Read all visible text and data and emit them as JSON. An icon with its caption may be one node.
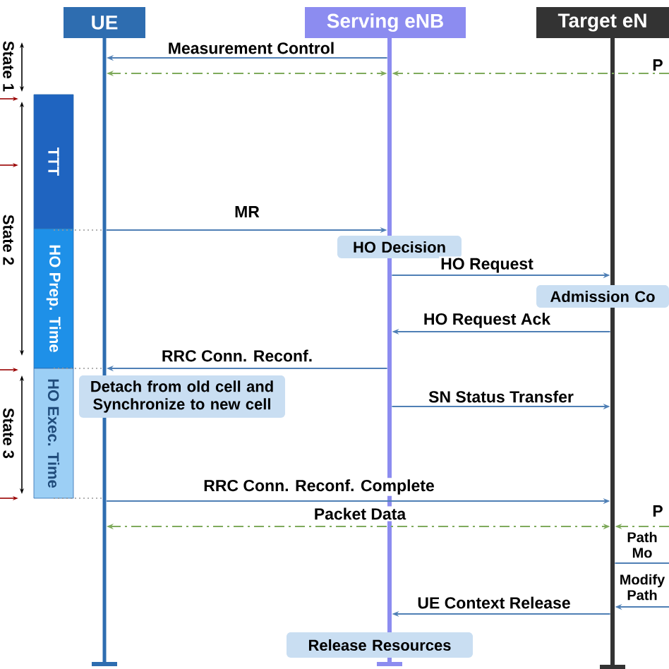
{
  "diagram": {
    "nodes": [
      {
        "text": [
          "UE"
        ]
      },
      {
        "text": [
          "Serving eNB"
        ]
      },
      {
        "text": [
          "Target eN"
        ]
      },
      {
        "text": [
          "TTT"
        ]
      },
      {
        "text": [
          "HO Prep. Time"
        ]
      },
      {
        "text": [
          "HO Exec. Time"
        ]
      },
      {
        "text": [
          "HO Decision"
        ]
      },
      {
        "text": [
          "Admission Co"
        ]
      },
      {
        "text": [
          "Detach from old cell and Synchronize to new cell"
        ]
      },
      {
        "text": [
          "Release Resources"
        ]
      },
      {
        "text": [],
        "shape": "bar"
      },
      {
        "text": [],
        "shape": "bar"
      },
      {
        "text": [],
        "shape": "bar"
      }
    ],
    "edges": [
      {
        "from": 11,
        "to": 10,
        "arrow": "to",
        "label": "Measurement Control"
      },
      {
        "from": 10,
        "to": 11,
        "arrow": "both",
        "style": "dashed",
        "color": "#7faa5c"
      },
      {
        "from": null,
        "to": 11,
        "arrow": "to",
        "label": "P",
        "style": "dashed",
        "color": "#7faa5c"
      },
      {
        "from": 10,
        "to": 11,
        "arrow": "to",
        "label": "MR"
      },
      {
        "from": 11,
        "to": 12,
        "arrow": "to",
        "label": "HO Request"
      },
      {
        "from": 12,
        "to": 11,
        "arrow": "to",
        "label": "HO Request Ack"
      },
      {
        "from": 11,
        "to": 10,
        "arrow": "to",
        "label": "RRC Conn. Reconf."
      },
      {
        "from": 11,
        "to": 12,
        "arrow": "to",
        "label": "SN Status Transfer"
      },
      {
        "from": 10,
        "to": 12,
        "arrow": "to",
        "label": "RRC Conn. Reconf. Complete"
      },
      {
        "from": 10,
        "to": 12,
        "arrow": "both",
        "label": "Packet Data",
        "style": "dashed",
        "color": "#7faa5c"
      },
      {
        "from": null,
        "to": 12,
        "arrow": "to",
        "label": "P",
        "style": "dashed",
        "color": "#7faa5c"
      },
      {
        "from": 12,
        "to": null,
        "arrow": "none",
        "label": "Path Mo"
      },
      {
        "from": null,
        "to": 12,
        "arrow": "to",
        "label": "Modify Path"
      },
      {
        "from": 12,
        "to": 11,
        "arrow": "to",
        "label": "UE Context Release"
      },
      {
        "from": 3,
        "to": 10,
        "arrow": "none",
        "style": "dashed",
        "color": "#999999"
      },
      {
        "from": 4,
        "to": 10,
        "arrow": "none",
        "style": "dashed",
        "color": "#999999"
      },
      {
        "from": 5,
        "to": 10,
        "arrow": "none",
        "style": "dashed",
        "color": "#999999"
      }
    ],
    "labels": [
      "State 1",
      "State 2",
      "State 3"
    ]
  }
}
